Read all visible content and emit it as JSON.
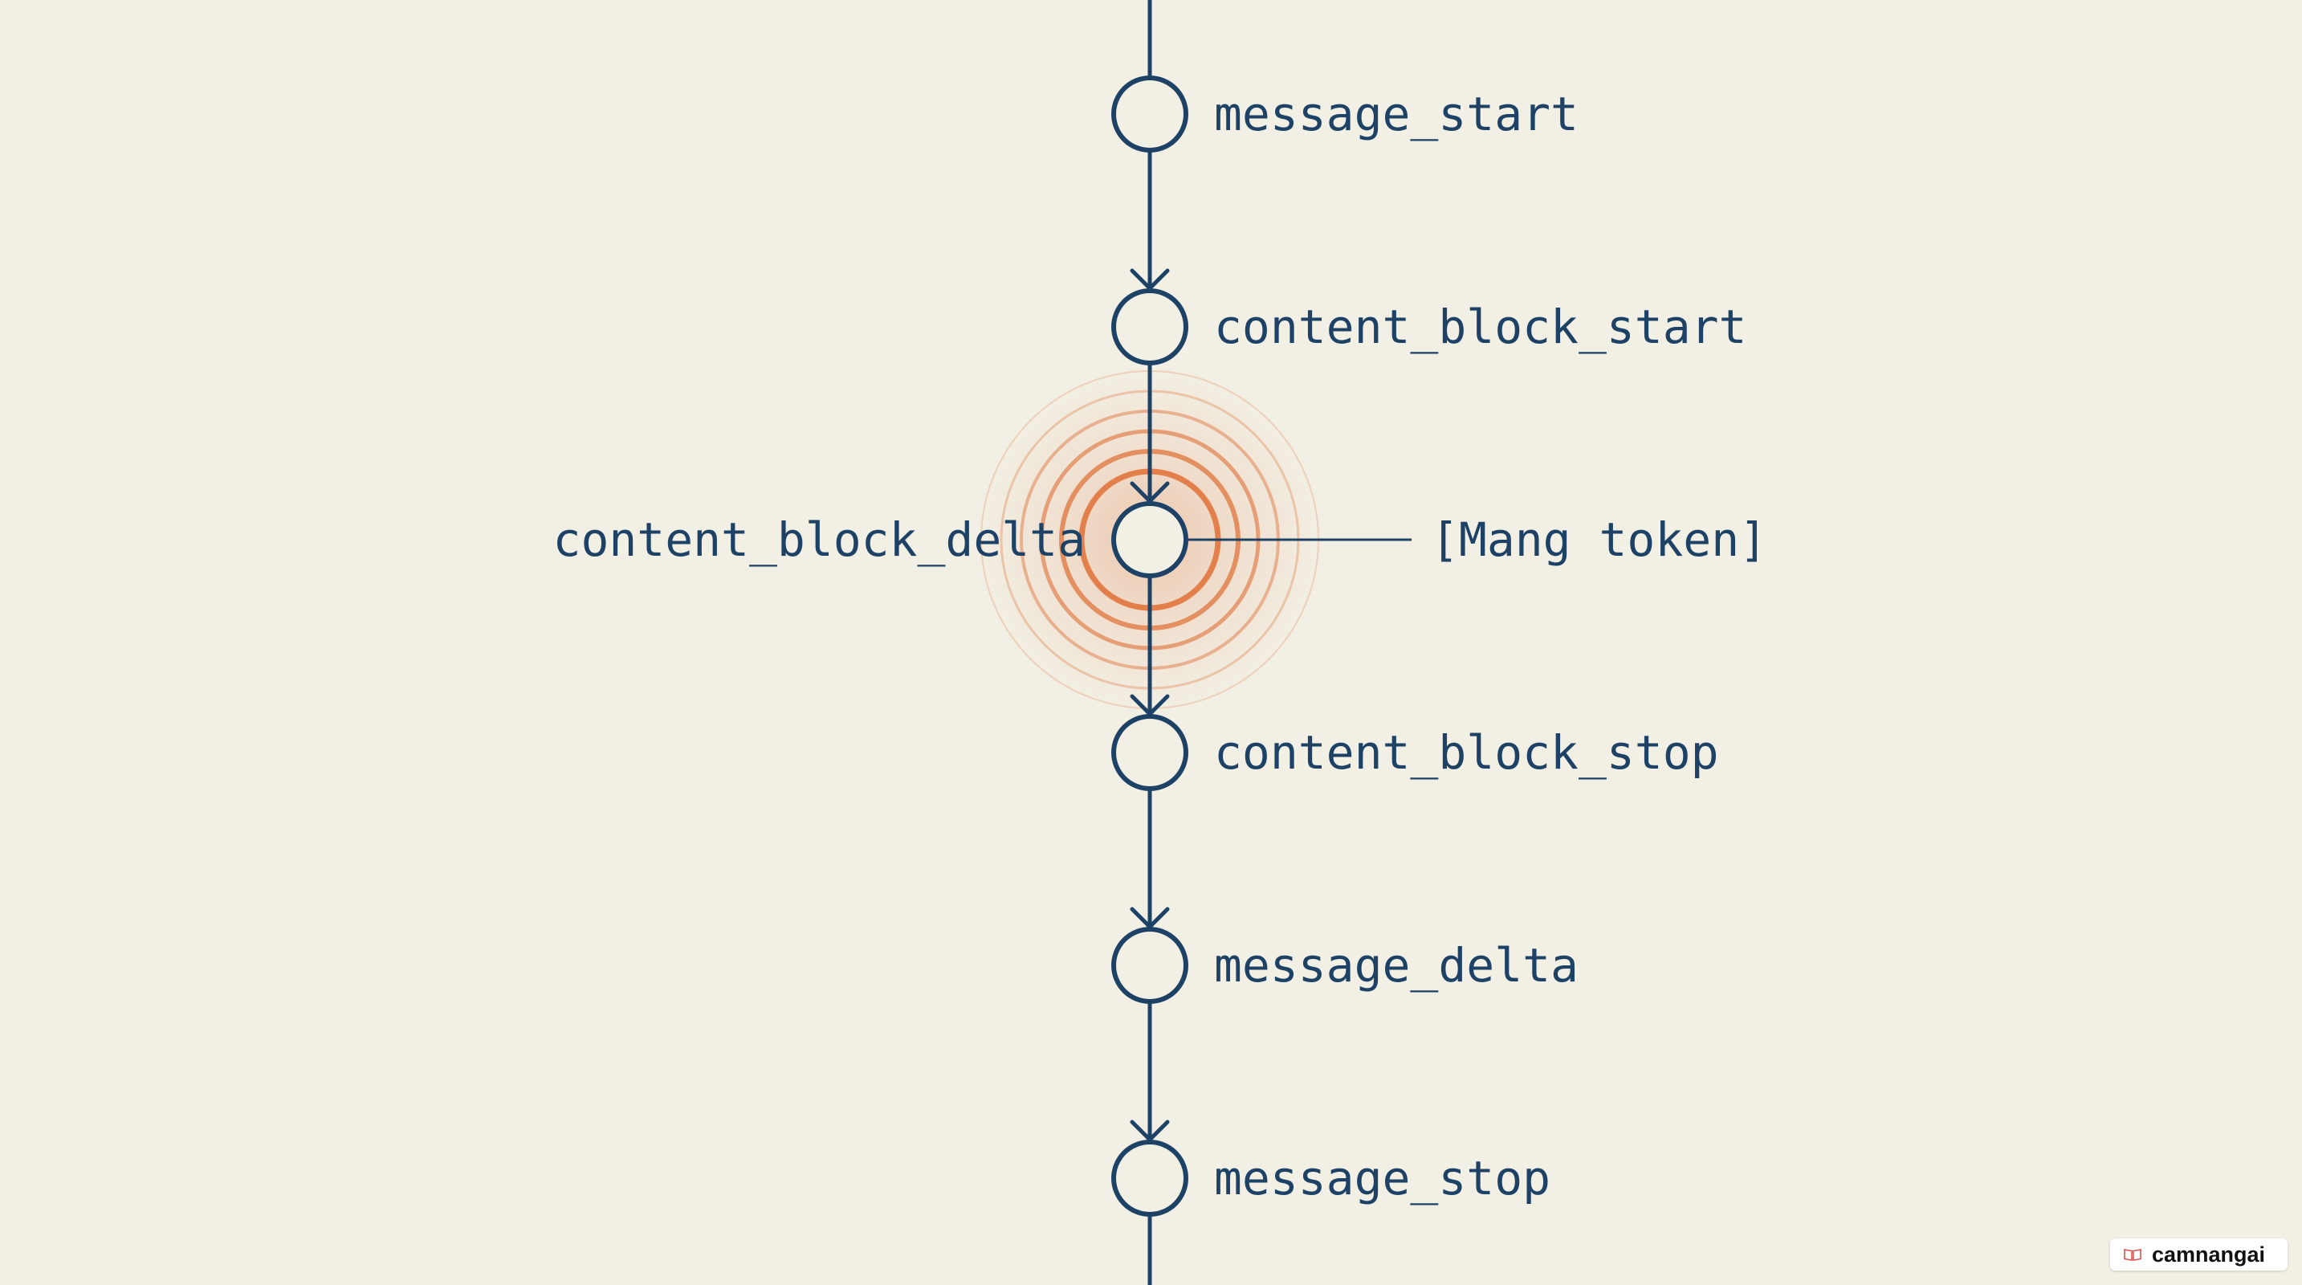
{
  "colors": {
    "background": "#f2efe4",
    "node_stroke": "#1d4266",
    "text": "#1d4266",
    "highlight": "#e07a45"
  },
  "diagram": {
    "events": [
      {
        "id": "message_start",
        "label": "message_start",
        "side": "right"
      },
      {
        "id": "content_block_start",
        "label": "content_block_start",
        "side": "right"
      },
      {
        "id": "content_block_delta",
        "label": "content_block_delta",
        "side": "left",
        "highlighted": true
      },
      {
        "id": "content_block_stop",
        "label": "content_block_stop",
        "side": "right"
      },
      {
        "id": "message_delta",
        "label": "message_delta",
        "side": "right"
      },
      {
        "id": "message_stop",
        "label": "message_stop",
        "side": "right"
      }
    ],
    "annotation": {
      "target": "content_block_delta",
      "text": "[Mang token]"
    }
  },
  "watermark": {
    "icon": "book-icon",
    "text": "camnangai"
  }
}
